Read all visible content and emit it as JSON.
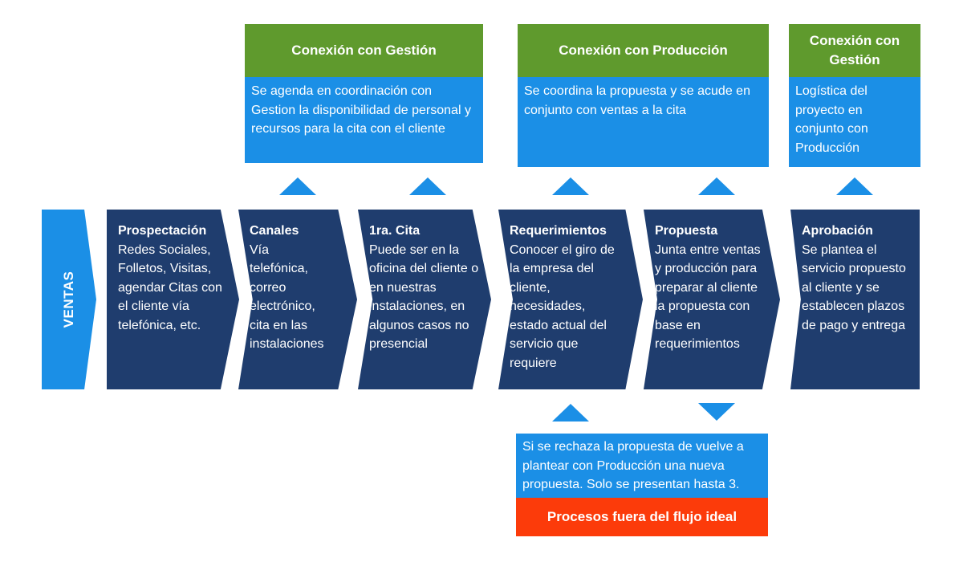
{
  "ventas_label": "VENTAS",
  "connections": [
    {
      "title": "Conexión con Gestión",
      "text": "Se agenda en coordinación con Gestion la disponibilidad de personal y recursos para la cita con el cliente"
    },
    {
      "title": "Conexión con Producción",
      "text": "Se coordina la propuesta y se acude en conjunto con ventas a la cita"
    },
    {
      "title": "Conexión con Gestión",
      "text": "Logística del proyecto en conjunto con Producción"
    }
  ],
  "steps": [
    {
      "title": "Prospectación",
      "text": "Redes Sociales, Folletos, Visitas, agendar Citas con el cliente vía telefónica, etc."
    },
    {
      "title": "Canales",
      "text": "Vía telefónica, correo electrónico, cita en las instalaciones"
    },
    {
      "title": "1ra. Cita",
      "text": "Puede ser en la oficina del cliente o en nuestras instalaciones, en algunos casos no presencial"
    },
    {
      "title": "Requerimientos",
      "text": "Conocer el giro de la empresa del cliente, necesidades, estado actual del servicio que requiere"
    },
    {
      "title": "Propuesta",
      "text": "Junta entre ventas y producción para preparar al cliente la propuesta con base en requerimientos"
    },
    {
      "title": "Aprobación",
      "text": "Se plantea el servicio propuesto al cliente y se establecen plazos de pago y entrega"
    }
  ],
  "loop_note": "Si se rechaza la propuesta de vuelve a plantear con Producción una nueva propuesta. Solo se presentan hasta 3.",
  "outside_flow_label": "Procesos fuera del flujo ideal",
  "colors": {
    "green": "#5f9a2d",
    "blue": "#1b8fe6",
    "navy": "#1f3d6e",
    "red": "#fc3b0a"
  }
}
